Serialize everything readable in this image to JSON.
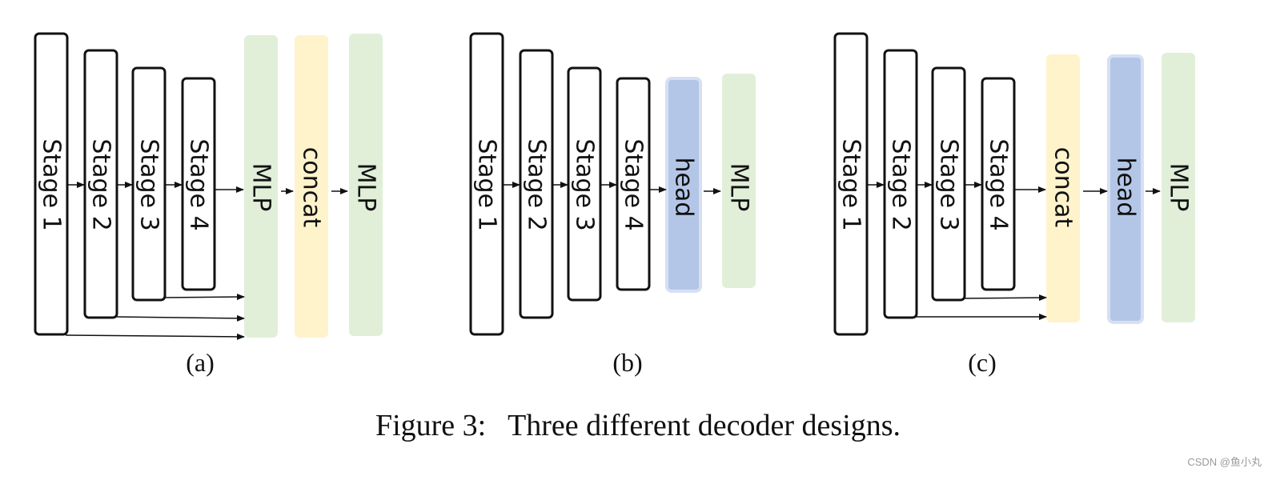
{
  "colors": {
    "stage_border": "#111111",
    "mlp_fill": "#e1efd9",
    "concat_fill": "#fff3cc",
    "head_fill": "#b4c6e7",
    "head_border": "#d6e0f2"
  },
  "panels": [
    {
      "label": "(a)",
      "stages": [
        "Stage 1",
        "Stage 2",
        "Stage 3",
        "Stage 4"
      ],
      "blocks": [
        {
          "type": "mlp",
          "text": "MLP"
        },
        {
          "type": "concat",
          "text": "concat"
        },
        {
          "type": "mlp",
          "text": "MLP"
        }
      ]
    },
    {
      "label": "(b)",
      "stages": [
        "Stage 1",
        "Stage 2",
        "Stage 3",
        "Stage 4"
      ],
      "blocks": [
        {
          "type": "head",
          "text": "head"
        },
        {
          "type": "mlp",
          "text": "MLP"
        }
      ]
    },
    {
      "label": "(c)",
      "stages": [
        "Stage 1",
        "Stage 2",
        "Stage 3",
        "Stage 4"
      ],
      "blocks": [
        {
          "type": "concat",
          "text": "concat"
        },
        {
          "type": "head",
          "text": "head"
        },
        {
          "type": "mlp",
          "text": "MLP"
        }
      ]
    }
  ],
  "caption": {
    "number": "Figure 3:",
    "text": "Three different decoder designs."
  },
  "watermark": "CSDN @鱼小丸"
}
